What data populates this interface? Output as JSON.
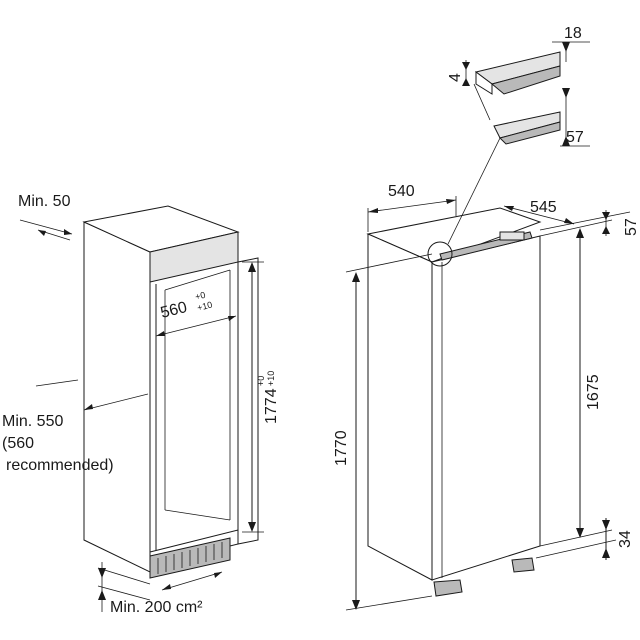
{
  "niche": {
    "min_top_gap": "Min. 50",
    "width": "560",
    "width_tol_upper": "+0",
    "width_tol_lower": "+10",
    "height": "1774",
    "height_tol_upper": "+0",
    "height_tol_lower": "+10",
    "min_depth_line1": "Min. 550",
    "min_depth_line2": "(560",
    "min_depth_line3": "recommended)",
    "vent_area": "Min. 200 cm²"
  },
  "appliance": {
    "width": "540",
    "depth": "545",
    "height": "1770",
    "door_height": "1675",
    "top_offset": "57",
    "bottom_offset": "34"
  },
  "detail": {
    "thickness_a": "18",
    "thickness_b": "4",
    "depth_c": "57"
  }
}
